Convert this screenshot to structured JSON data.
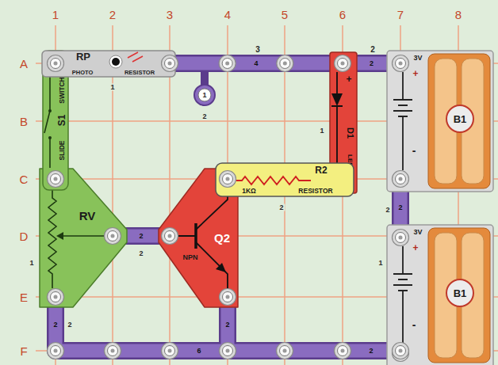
{
  "diagram": {
    "nodes": [
      {
        "text": [
          "RP",
          "PHOTO",
          "RESISTOR"
        ]
      },
      {
        "text": [
          "S1",
          "SLIDE",
          "SWITCH"
        ]
      },
      {
        "text": [
          "+",
          "D1",
          "LED"
        ]
      },
      {
        "text": [
          "R2",
          "1KΩ",
          "RESISTOR"
        ]
      },
      {
        "text": [
          "RV"
        ]
      },
      {
        "text": [
          "Q2",
          "NPN"
        ]
      },
      {
        "text": [
          "3V",
          "+",
          "-",
          "B1"
        ]
      },
      {
        "text": [
          "3V",
          "+",
          "-",
          "B1"
        ]
      }
    ],
    "edges": [
      {
        "from": 0,
        "to": 2,
        "arrow": "none",
        "label": "4"
      },
      {
        "from": 2,
        "to": 6,
        "arrow": "none",
        "label": "2"
      },
      {
        "from": 6,
        "to": 7,
        "arrow": "none",
        "label": "2"
      },
      {
        "from": 4,
        "to": 5,
        "arrow": "none",
        "label": "2"
      }
    ],
    "labels": [
      "1",
      "2",
      "3",
      "4",
      "5",
      "6",
      "7",
      "8",
      "A",
      "B",
      "C",
      "D",
      "E",
      "F",
      "1",
      "1",
      "2",
      "3",
      "2",
      "1",
      "2",
      "2",
      "1",
      "1",
      "2",
      "2",
      "6",
      "2",
      "2",
      "2"
    ]
  }
}
